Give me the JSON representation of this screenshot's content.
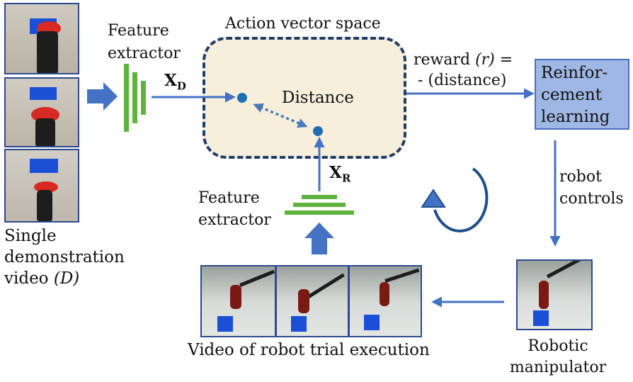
{
  "colors": {
    "arrow_blue": "#4472c4",
    "extractor_green": "#5db33e",
    "point_blue": "#1f6fb0",
    "action_space_fill": "#f7efdc",
    "action_space_border": "#1f3d6b",
    "rl_box_fill": "#9fb7e4"
  },
  "demo": {
    "label_lines": [
      "Single",
      "demonstration"
    ],
    "label_last_prefix": "video ",
    "label_last_italic": "(D)"
  },
  "top_extractor": {
    "label_lines": [
      "Feature",
      "extractor"
    ],
    "output_symbol": "X",
    "output_subscript": "D"
  },
  "bottom_extractor": {
    "label_lines": [
      "Feature",
      "extractor"
    ],
    "output_symbol": "X",
    "output_subscript": "R"
  },
  "action_space": {
    "title": "Action vector space",
    "distance_label": "Distance"
  },
  "reward": {
    "prefix": "reward ",
    "italic": "(r)",
    "suffix": " =",
    "line2": "- (distance)"
  },
  "rl": {
    "label_lines": [
      "Reinfor-",
      "cement",
      "learning"
    ]
  },
  "robot_controls": {
    "label_lines": [
      "robot",
      "controls"
    ]
  },
  "manipulator": {
    "label_lines": [
      "Robotic",
      "manipulator"
    ]
  },
  "trial": {
    "label": "Video of robot trial execution"
  },
  "icons": {
    "cycle": "cycle-arrow-icon",
    "block_arrow": "block-arrow-icon"
  }
}
